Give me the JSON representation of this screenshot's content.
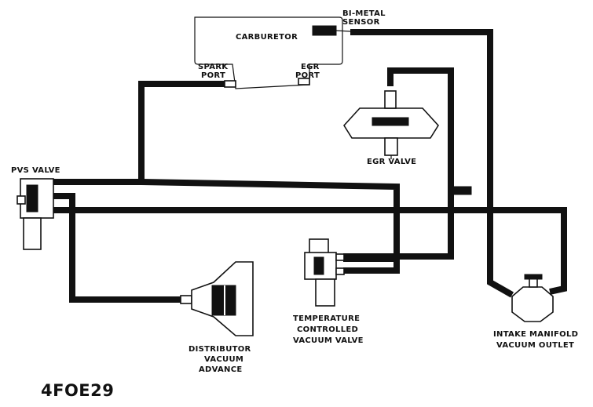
{
  "labels": {
    "carburetor": "CARBURETOR",
    "bimetal_line1": "BI-METAL",
    "bimetal_line2": "SENSOR",
    "spark_line1": "SPARK",
    "spark_line2": "PORT",
    "egr_port_line1": "EGR",
    "egr_port_line2": "PORT",
    "egr_valve": "EGR VALVE",
    "pvs_valve": "PVS VALVE",
    "distributor_line1": "DISTRIBUTOR",
    "distributor_line2": "VACUUM",
    "distributor_line3": "ADVANCE",
    "tcv_line1": "TEMPERATURE",
    "tcv_line2": "CONTROLLED",
    "tcv_line3": "VACUUM VALVE",
    "intake_line1": "INTAKE MANIFOLD",
    "intake_line2": "VACUUM OUTLET"
  },
  "figure_id": "4FOE29",
  "colors": {
    "ink": "#111111",
    "paper": "#ffffff"
  }
}
